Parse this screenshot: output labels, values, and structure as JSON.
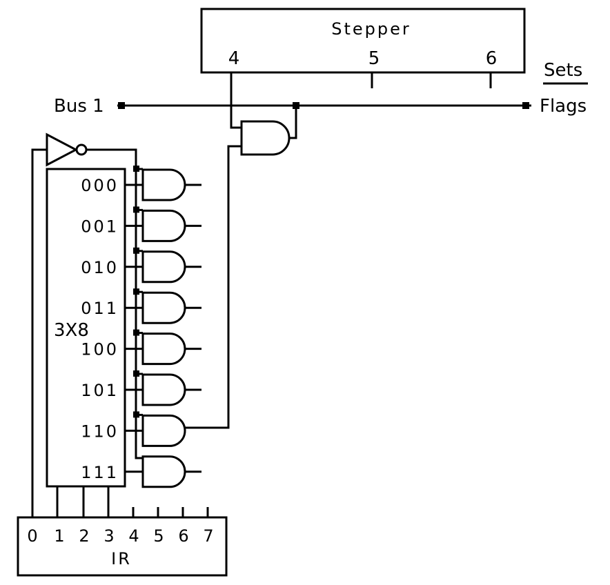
{
  "stepper": {
    "title": "Stepper",
    "steps": [
      "4",
      "5",
      "6"
    ]
  },
  "bus_label": "Bus 1",
  "sets_label": "Sets",
  "flags_label": "Flags",
  "decoder": {
    "label": "3X8",
    "outputs": [
      "000",
      "001",
      "010",
      "011",
      "100",
      "101",
      "110",
      "111"
    ]
  },
  "ir": {
    "label": "IR",
    "bits": [
      "0",
      "1",
      "2",
      "3",
      "4",
      "5",
      "6",
      "7"
    ]
  }
}
